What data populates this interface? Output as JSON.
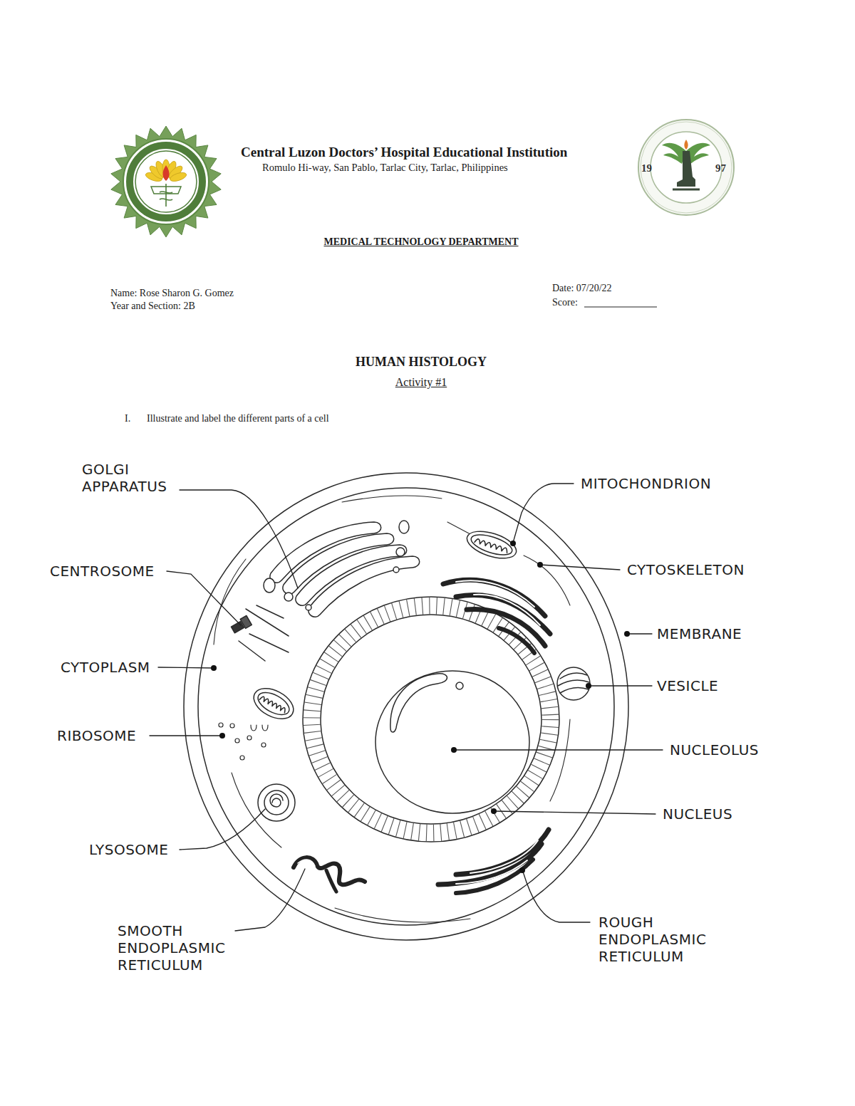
{
  "diagram": {
    "title": "HUMAN HISTOLOGY",
    "labels": [
      "Central Luzon Doctors’ Hospital Educational Institution",
      "Romulo Hi-way, San Pablo, Tarlac City, Tarlac, Philippines",
      "19",
      "97",
      "MEDICAL TECHNOLOGY DEPARTMENT",
      "Name: Rose Sharon G. Gomez",
      "Year and Section: 2B",
      "Date: 07/20/22",
      "Score:",
      "Activity #1",
      "I.",
      "Illustrate and label the different parts of a cell",
      "GOLGI APPARATUS",
      "CENTROSOME",
      "CYTOPLASM",
      "RIBOSOME",
      "LYSOSOME",
      "SMOOTH ENDOPLASMIC RETICULUM",
      "MITOCHONDRION",
      "CYTOSKELETON",
      "MEMBRANE",
      "VESICLE",
      "NUCLEOLUS",
      "NUCLEUS",
      "ROUGH ENDOPLASMIC RETICULUM"
    ]
  }
}
